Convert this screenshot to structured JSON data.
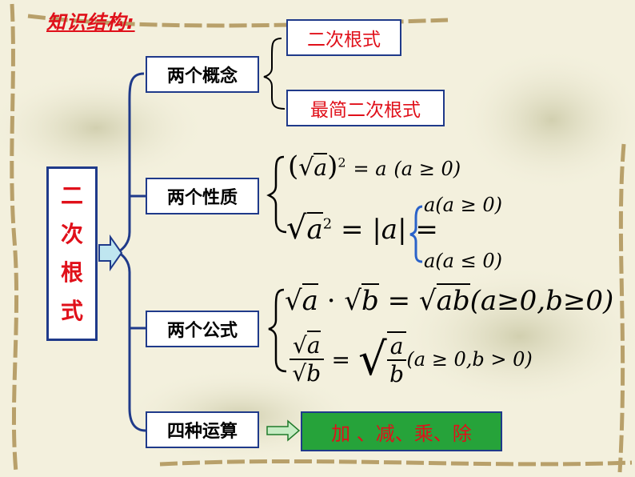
{
  "title": "知识结构:",
  "root": {
    "chars": [
      "二",
      "次",
      "根",
      "式"
    ]
  },
  "branches": {
    "concepts": {
      "label": "两个概念",
      "items": [
        "二次根式",
        "最简二次根式"
      ]
    },
    "properties": {
      "label": "两个性质",
      "f1": {
        "rad": "a",
        "exp": "2",
        "rhs": "= a",
        "cond": "(a ≥ 0)"
      },
      "f2": {
        "rad": "a",
        "exp": "2",
        "mid": "= |a| =",
        "case1": "a(a ≥ 0)",
        "case2": "a(a ≤ 0)"
      }
    },
    "formulas": {
      "label": "两个公式",
      "f1": {
        "a": "a",
        "b": "b",
        "ab": "ab",
        "cond": "(a≥0,b≥0)"
      },
      "f2": {
        "num": "a",
        "den": "b",
        "cond": "(a ≥ 0,b > 0)"
      }
    },
    "operations": {
      "label": "四种运算",
      "result": "加 、减、乘、除"
    }
  },
  "colors": {
    "accent": "#e0101a",
    "border": "#1f3a8a",
    "result_bg": "#26a33a"
  }
}
